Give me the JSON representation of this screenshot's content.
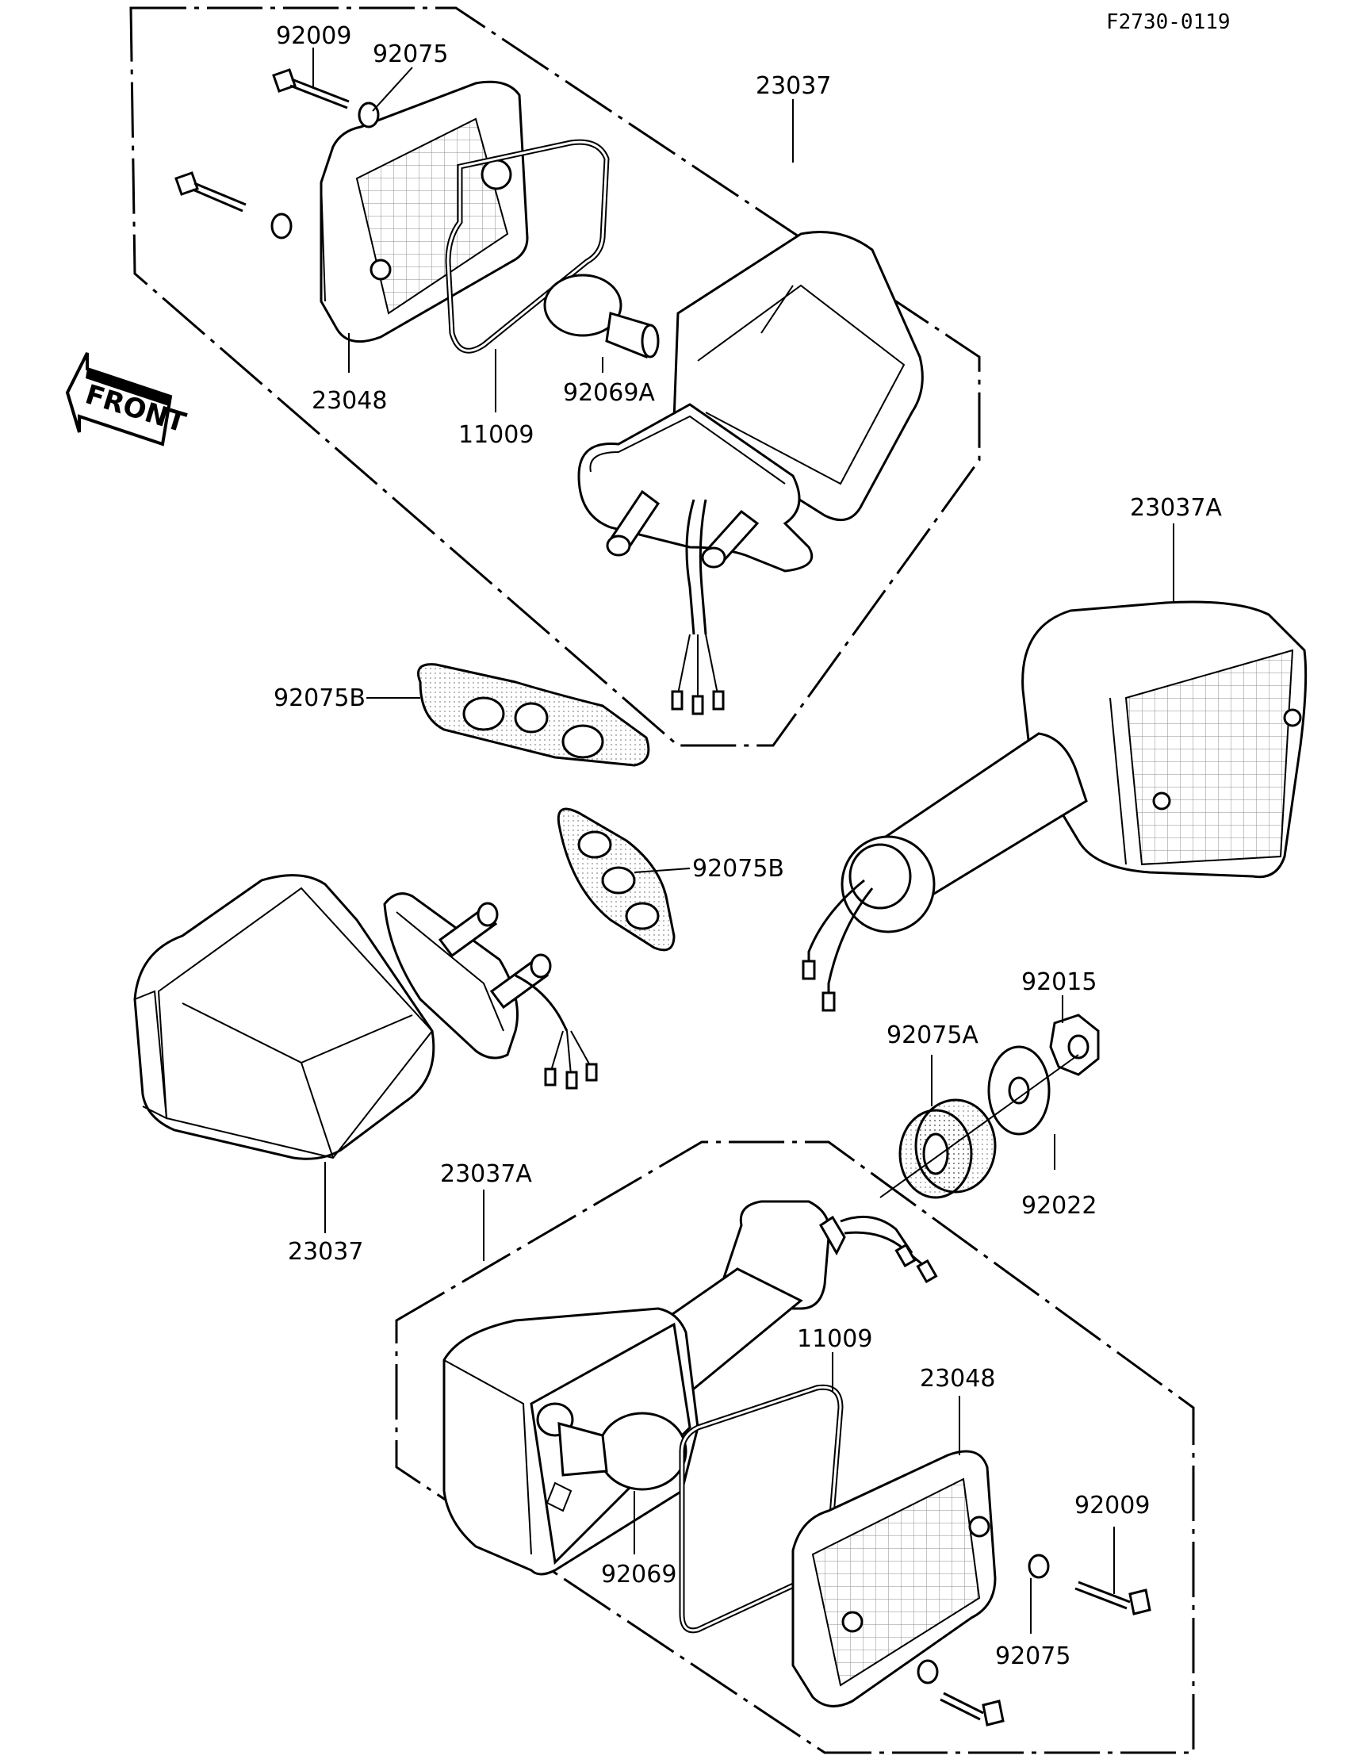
{
  "ref_code": "F2730-0119",
  "front_label": "FRONT",
  "labels": {
    "p92009_top": "92009",
    "p92075_top": "92075",
    "p23037_top": "23037",
    "p23048_top": "23048",
    "p11009_top": "11009",
    "p92069A": "92069A",
    "p23037A_right": "23037A",
    "p92075B_a": "92075B",
    "p92075B_b": "92075B",
    "p92015": "92015",
    "p92075A": "92075A",
    "p92022": "92022",
    "p23037_mid": "23037",
    "p23037A_bottom": "23037A",
    "p11009_bottom": "11009",
    "p23048_bottom": "23048",
    "p92009_bottom": "92009",
    "p92069": "92069",
    "p92075_bottom": "92075"
  }
}
